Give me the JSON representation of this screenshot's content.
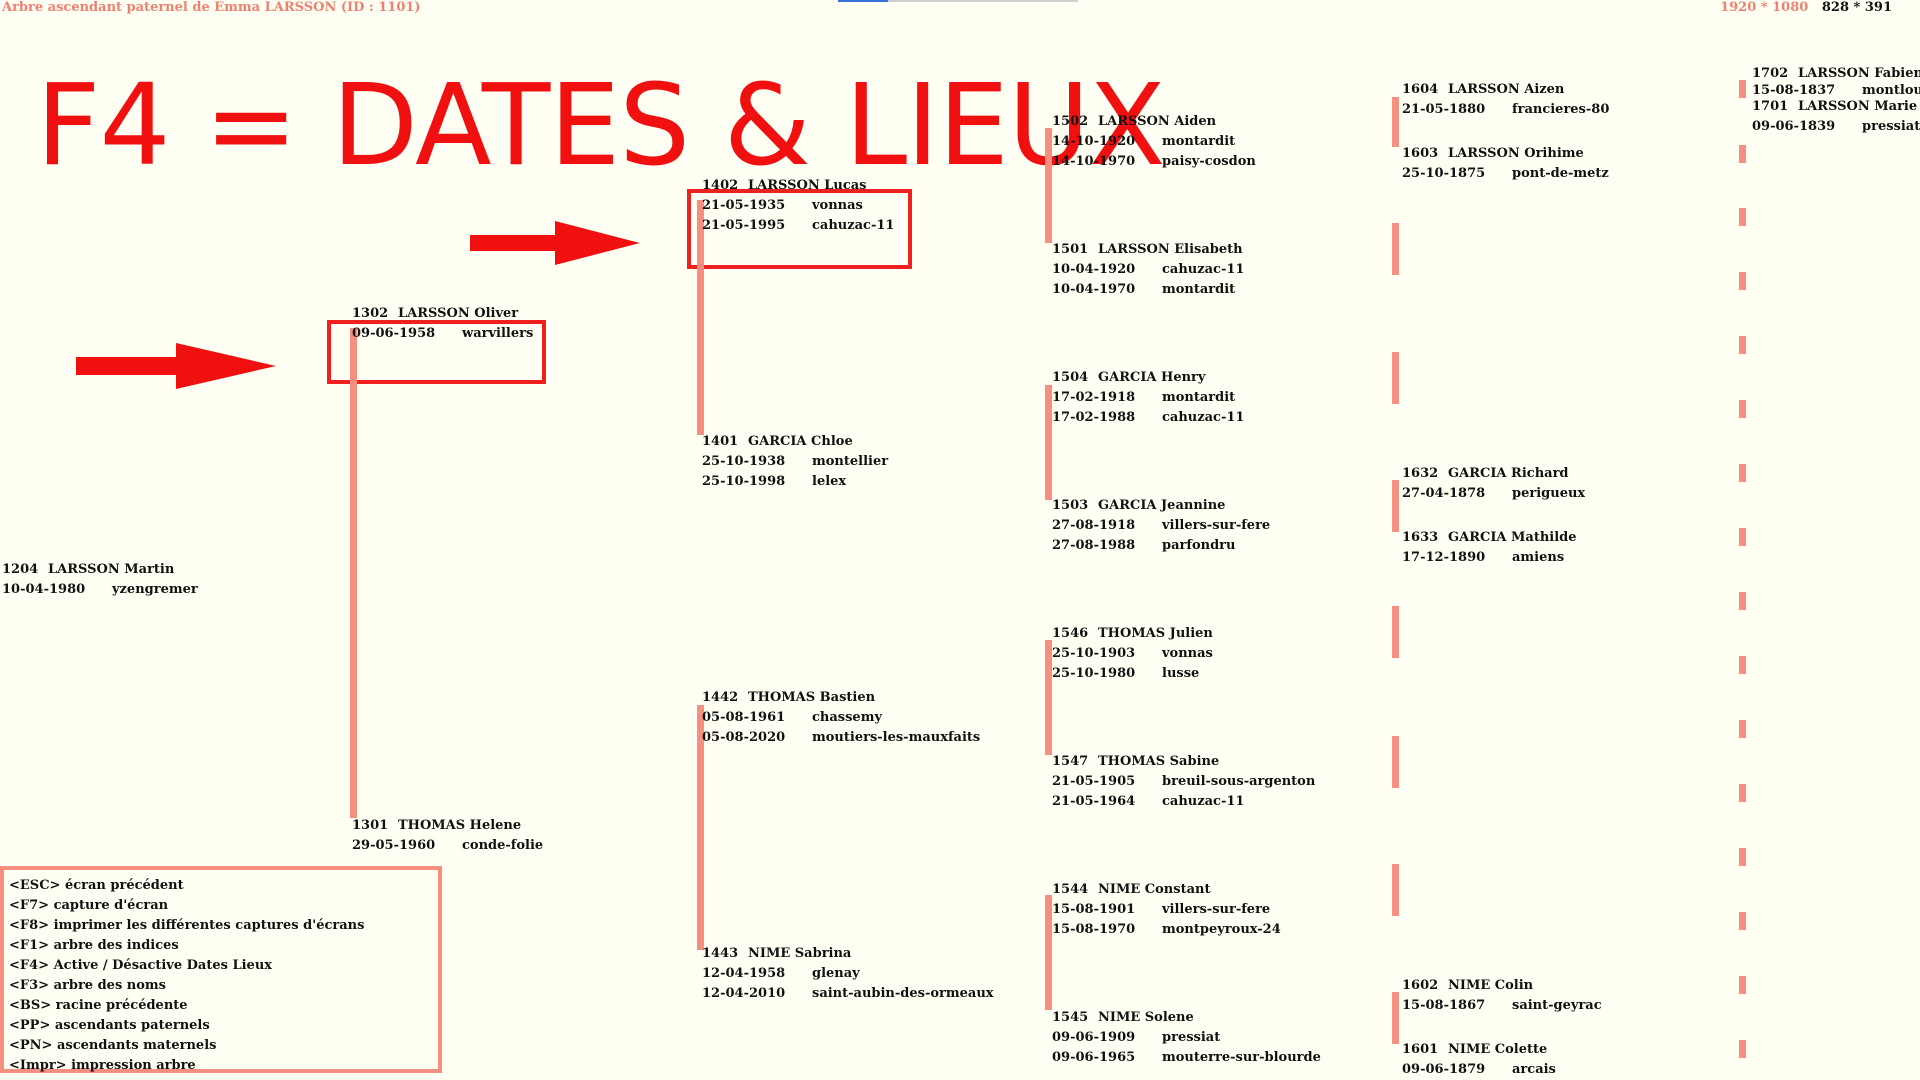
{
  "header": {
    "title": "Arbre ascendant paternel de Emma LARSSON (ID : 1101)",
    "resolution": "1920  *  1080",
    "coords": "828  *  391"
  },
  "banner": "F4 = DATES & LIEUX",
  "persons": {
    "p1204": {
      "id": "1204",
      "name": "LARSSON Martin",
      "d1": "10-04-1980",
      "l1": "yzengremer"
    },
    "p1302": {
      "id": "1302",
      "name": "LARSSON Oliver",
      "d1": "09-06-1958",
      "l1": "warvillers"
    },
    "p1301": {
      "id": "1301",
      "name": "THOMAS Helene",
      "d1": "29-05-1960",
      "l1": "conde-folie"
    },
    "p1402": {
      "id": "1402",
      "name": "LARSSON Lucas",
      "d1": "21-05-1935",
      "l1": "vonnas",
      "d2": "21-05-1995",
      "l2": "cahuzac-11"
    },
    "p1401": {
      "id": "1401",
      "name": "GARCIA Chloe",
      "d1": "25-10-1938",
      "l1": "montellier",
      "d2": "25-10-1998",
      "l2": "lelex"
    },
    "p1442": {
      "id": "1442",
      "name": "THOMAS Bastien",
      "d1": "05-08-1961",
      "l1": "chassemy",
      "d2": "05-08-2020",
      "l2": "moutiers-les-mauxfaits"
    },
    "p1443": {
      "id": "1443",
      "name": "NIME Sabrina",
      "d1": "12-04-1958",
      "l1": "glenay",
      "d2": "12-04-2010",
      "l2": "saint-aubin-des-ormeaux"
    },
    "p1502": {
      "id": "1502",
      "name": "LARSSON Aiden",
      "d1": "14-10-1920",
      "l1": "montardit",
      "d2": "14-10-1970",
      "l2": "paisy-cosdon"
    },
    "p1501": {
      "id": "1501",
      "name": "LARSSON Elisabeth",
      "d1": "10-04-1920",
      "l1": "cahuzac-11",
      "d2": "10-04-1970",
      "l2": "montardit"
    },
    "p1504": {
      "id": "1504",
      "name": "GARCIA Henry",
      "d1": "17-02-1918",
      "l1": "montardit",
      "d2": "17-02-1988",
      "l2": "cahuzac-11"
    },
    "p1503": {
      "id": "1503",
      "name": "GARCIA Jeannine",
      "d1": "27-08-1918",
      "l1": "villers-sur-fere",
      "d2": "27-08-1988",
      "l2": "parfondru"
    },
    "p1546": {
      "id": "1546",
      "name": "THOMAS Julien",
      "d1": "25-10-1903",
      "l1": "vonnas",
      "d2": "25-10-1980",
      "l2": "lusse"
    },
    "p1547": {
      "id": "1547",
      "name": "THOMAS Sabine",
      "d1": "21-05-1905",
      "l1": "breuil-sous-argenton",
      "d2": "21-05-1964",
      "l2": "cahuzac-11"
    },
    "p1544": {
      "id": "1544",
      "name": "NIME Constant",
      "d1": "15-08-1901",
      "l1": "villers-sur-fere",
      "d2": "15-08-1970",
      "l2": "montpeyroux-24"
    },
    "p1545": {
      "id": "1545",
      "name": "NIME Solene",
      "d1": "09-06-1909",
      "l1": "pressiat",
      "d2": "09-06-1965",
      "l2": "mouterre-sur-blourde"
    },
    "p1604": {
      "id": "1604",
      "name": "LARSSON Aizen",
      "d1": "21-05-1880",
      "l1": "francieres-80"
    },
    "p1603": {
      "id": "1603",
      "name": "LARSSON Orihime",
      "d1": "25-10-1875",
      "l1": "pont-de-metz"
    },
    "p1632": {
      "id": "1632",
      "name": "GARCIA Richard",
      "d1": "27-04-1878",
      "l1": "perigueux"
    },
    "p1633": {
      "id": "1633",
      "name": "GARCIA Mathilde",
      "d1": "17-12-1890",
      "l1": "amiens"
    },
    "p1602": {
      "id": "1602",
      "name": "NIME Colin",
      "d1": "15-08-1867",
      "l1": "saint-geyrac"
    },
    "p1601": {
      "id": "1601",
      "name": "NIME Colette",
      "d1": "09-06-1879",
      "l1": "arcais"
    },
    "p1702": {
      "id": "1702",
      "name": "LARSSON Fabien",
      "d1": "15-08-1837",
      "l1": "montloue"
    },
    "p1701": {
      "id": "1701",
      "name": "LARSSON Marie",
      "d1": "09-06-1839",
      "l1": "pressiat"
    }
  },
  "help": [
    "<ESC> écran précédent",
    "<F7> capture d'écran",
    "<F8> imprimer les différentes captures d'écrans",
    "<F1> arbre des indices",
    "<F4> Active / Désactive Dates Lieux",
    "<F3> arbre des noms",
    "<BS> racine précédente",
    "<PP> ascendants paternels",
    "<PN> ascendants maternels",
    "<Impr> impression arbre"
  ],
  "colors": {
    "accent": "#f01010",
    "line": "#f59080",
    "background": "#fffff4"
  }
}
